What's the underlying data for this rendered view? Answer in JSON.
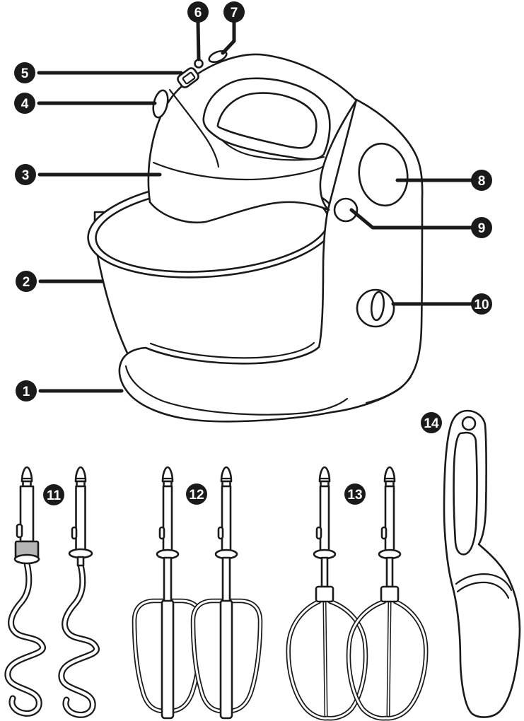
{
  "diagram": {
    "subject": "stand mixer with bowl, stand and accessories",
    "style": "black line-art parts overview"
  },
  "colors": {
    "line": "#1a1a1a",
    "badge_background": "#1a1a1a",
    "badge_number": "#ffffff",
    "collar_shading": "#b5b5b5",
    "background": "#ffffff"
  },
  "callouts": [
    {
      "label": "1"
    },
    {
      "label": "2"
    },
    {
      "label": "3"
    },
    {
      "label": "4"
    },
    {
      "label": "5"
    },
    {
      "label": "6"
    },
    {
      "label": "7"
    },
    {
      "label": "8"
    },
    {
      "label": "9"
    },
    {
      "label": "10"
    },
    {
      "label": "11"
    },
    {
      "label": "12"
    },
    {
      "label": "13"
    },
    {
      "label": "14"
    }
  ]
}
